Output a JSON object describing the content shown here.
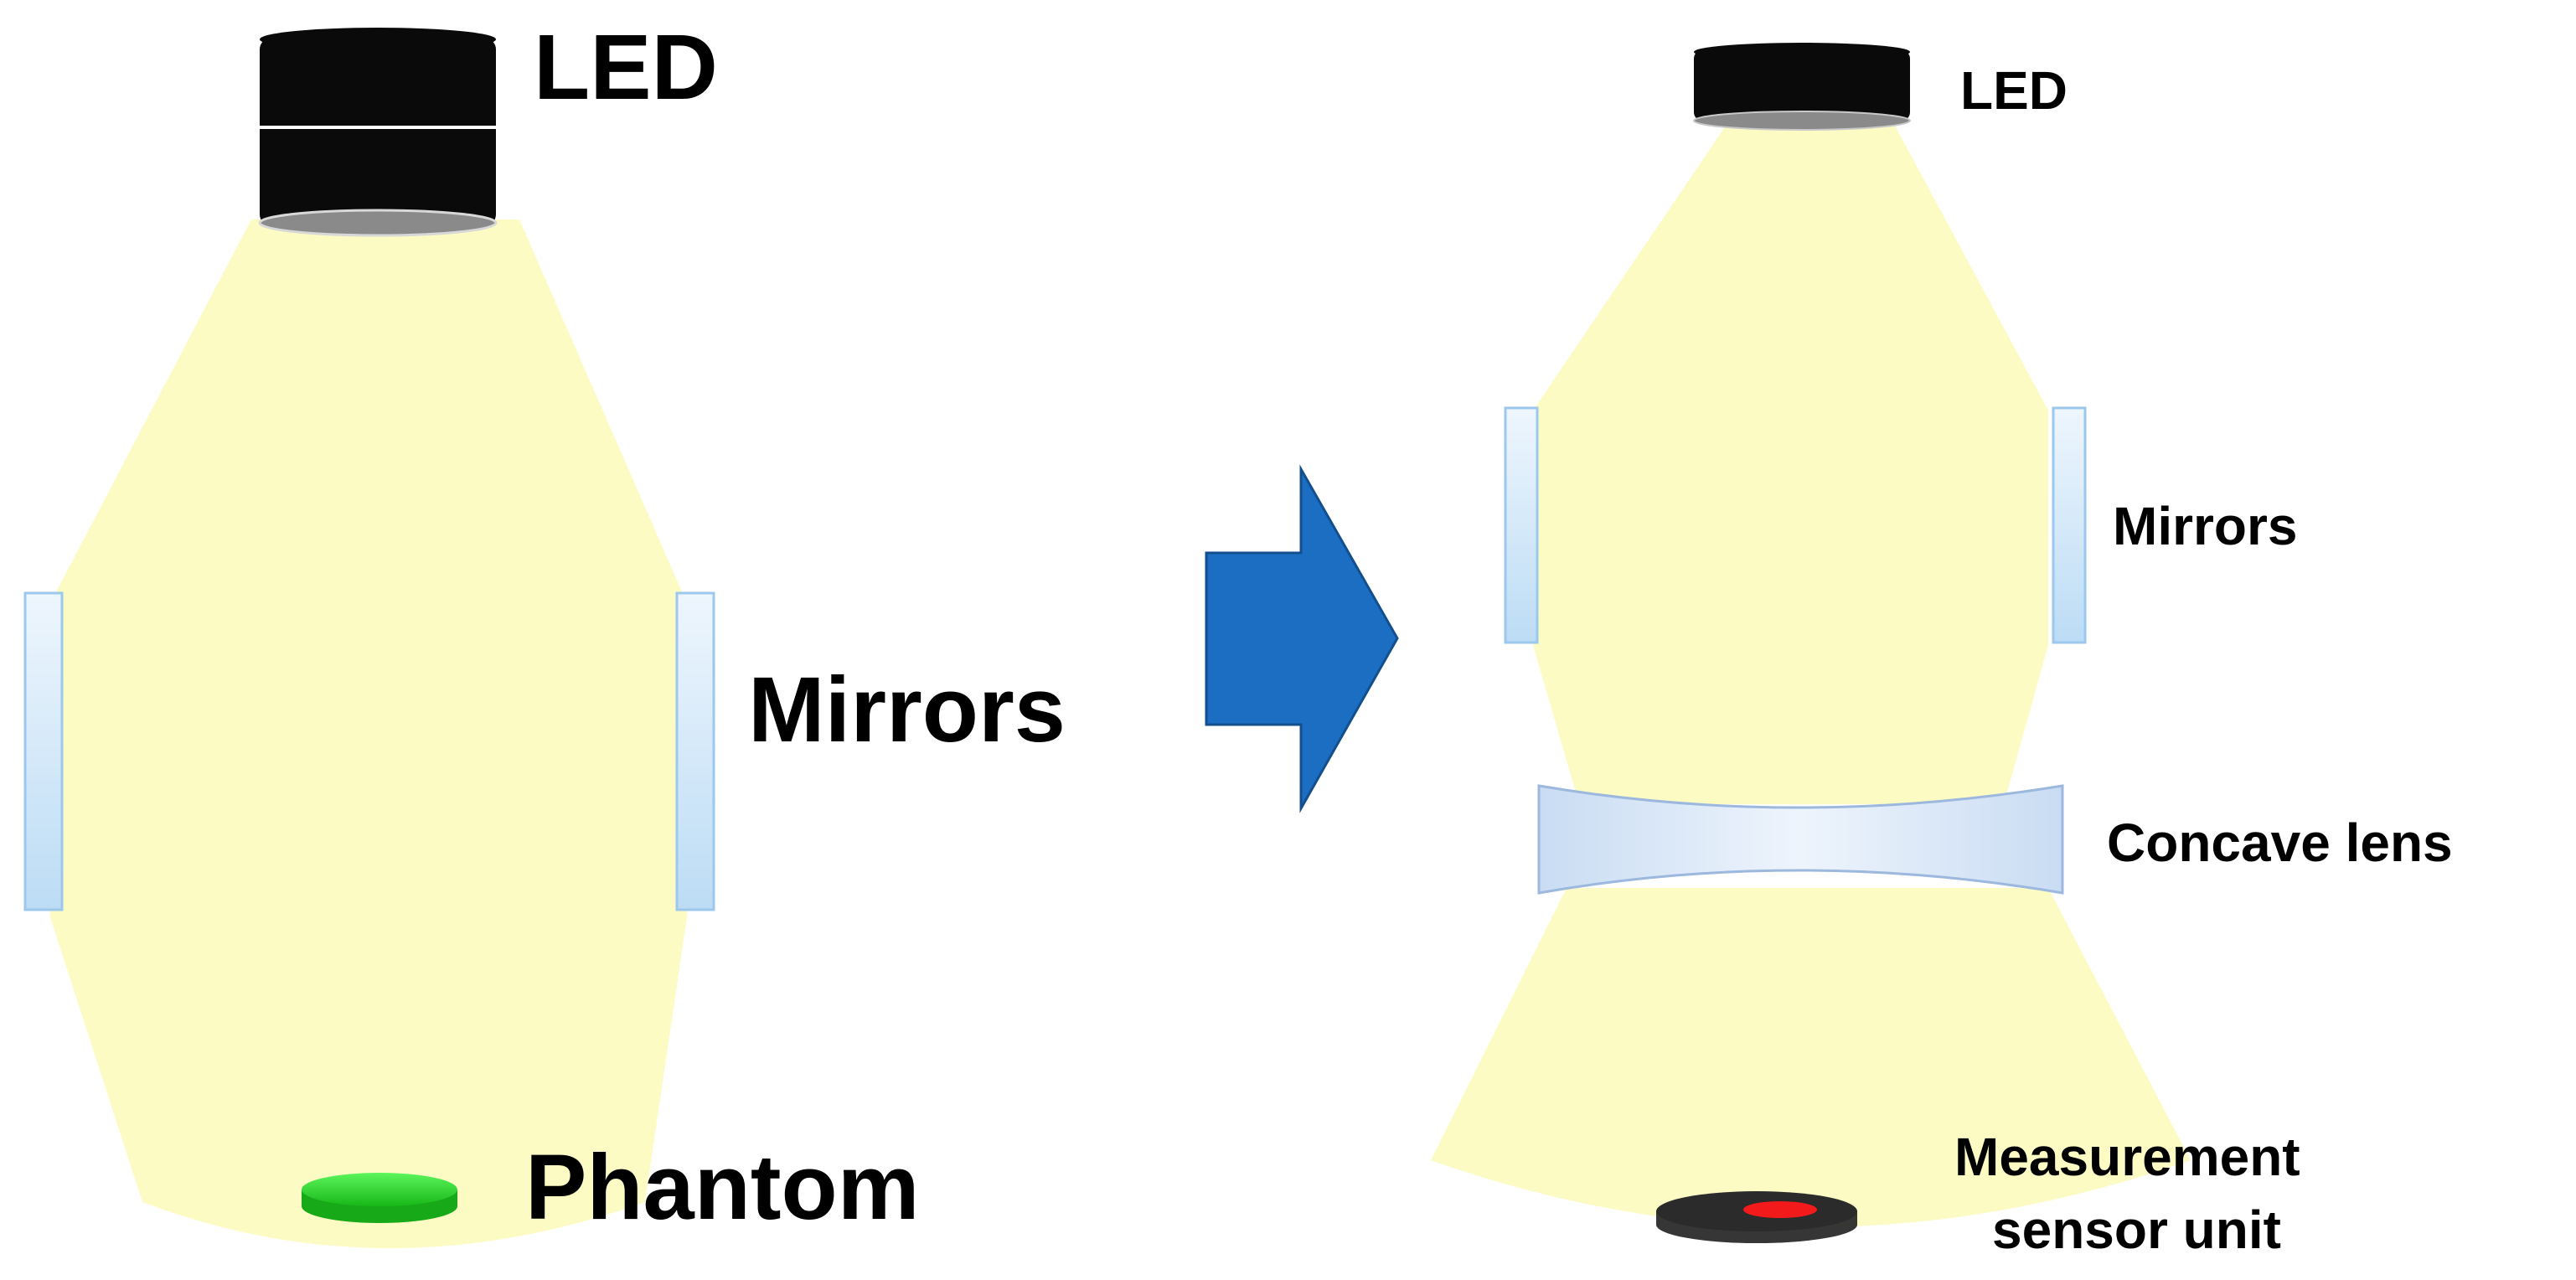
{
  "left_panel": {
    "led_label": "LED",
    "mirrors_label": "Mirrors",
    "phantom_label": "Phantom"
  },
  "right_panel": {
    "led_label": "LED",
    "mirrors_label": "Mirrors",
    "lens_label": "Concave lens",
    "sensor_label_line1": "Measurement",
    "sensor_label_line2": "sensor unit"
  },
  "colors": {
    "light_beam": "#fdfbc4",
    "mirror_fill": "#d4e8f8",
    "mirror_stroke": "#9cc8ee",
    "led_body": "#0a0a0a",
    "led_face": "#8a8a8a",
    "arrow": "#1b6ec2",
    "phantom": "#2ee52e",
    "sensor_body": "#2b2b2b",
    "sensor_active": "#f21a1a"
  }
}
